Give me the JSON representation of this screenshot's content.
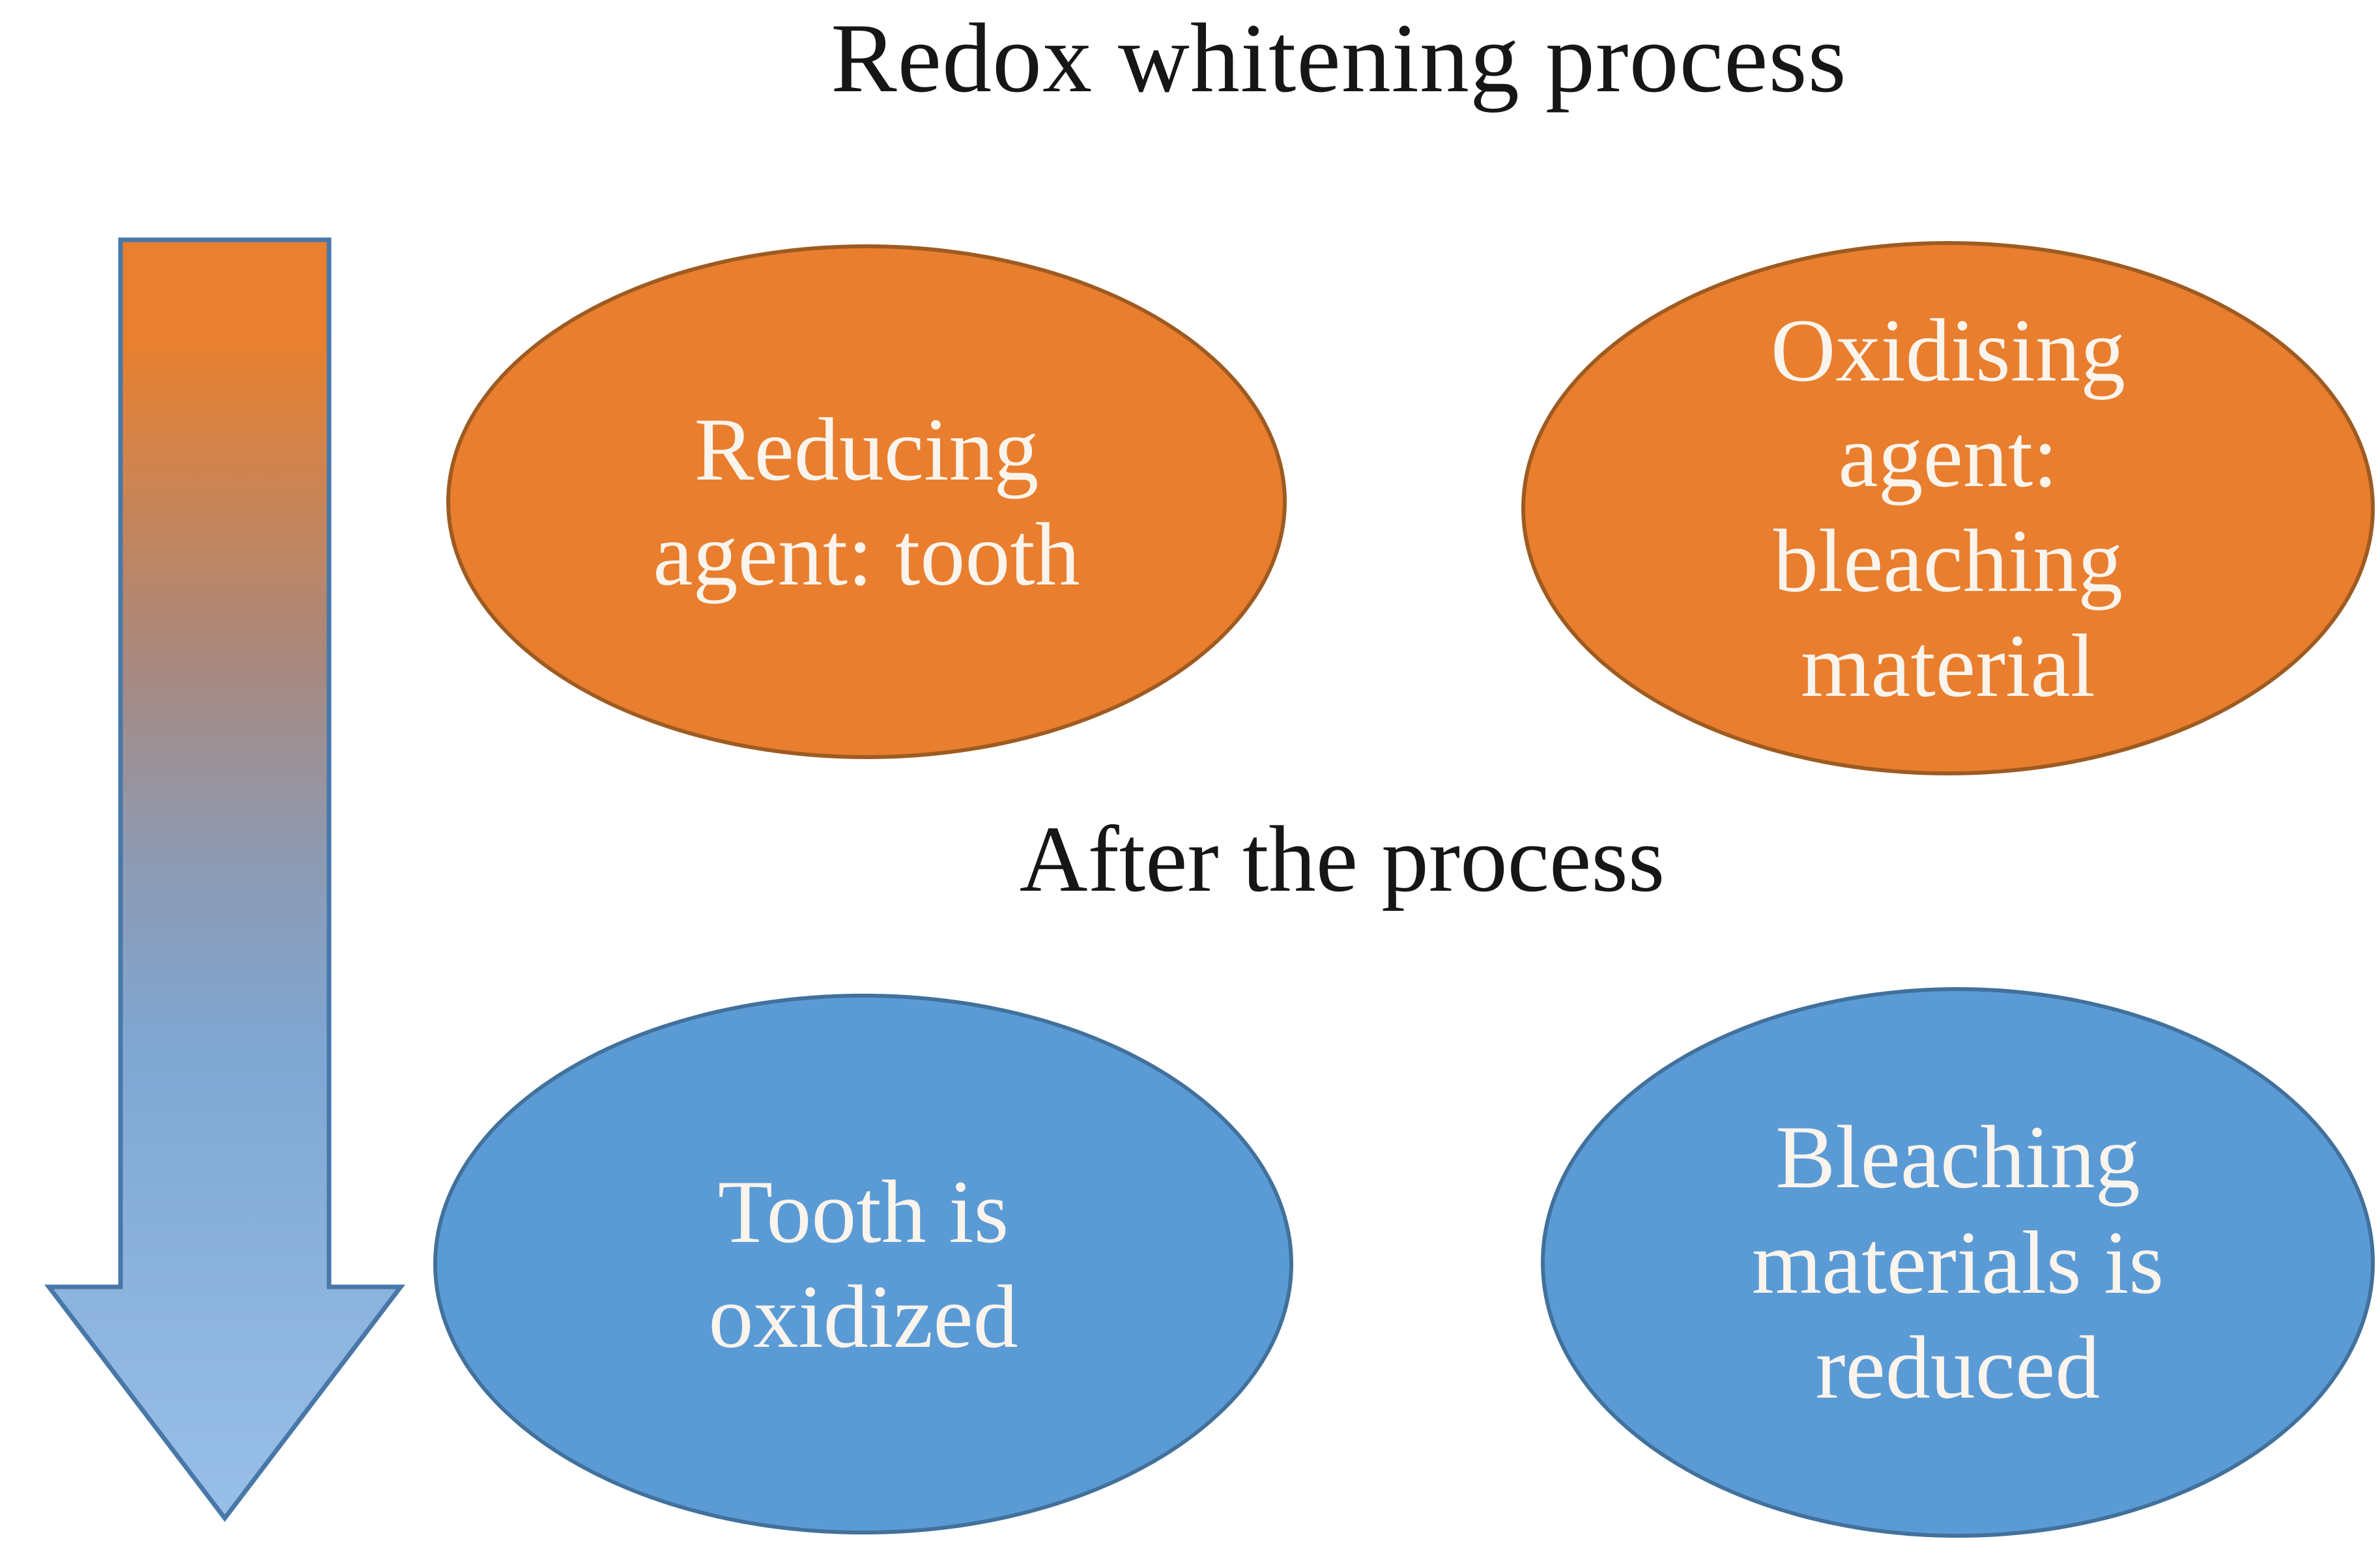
{
  "title": "Redox whitening process",
  "stage_label": "After the process",
  "nodes": {
    "reducing_agent": "Reducing\nagent: tooth",
    "oxidising_agent": "Oxidising\nagent:\nbleaching\nmaterial",
    "tooth_oxidized": "Tooth is\noxidized",
    "bleaching_reduced": "Bleaching\nmaterials is\nreduced"
  },
  "colors": {
    "background": "#FFFFFF",
    "title_text": "#161616",
    "node_text": "#FAF4EC",
    "orange_fill": "#E87E2E",
    "orange_border": "#9E5B21",
    "blue_fill": "#5B9BD5",
    "blue_border": "#41719C",
    "arrow_border": "#4878A8",
    "arrow_gradient_top": "#E8802F",
    "arrow_gradient_mid": "#A8887E",
    "arrow_gradient_mid2": "#8E9AB2",
    "arrow_gradient_lower": "#7FA6D2",
    "arrow_gradient_bottom": "#98BFE8"
  }
}
